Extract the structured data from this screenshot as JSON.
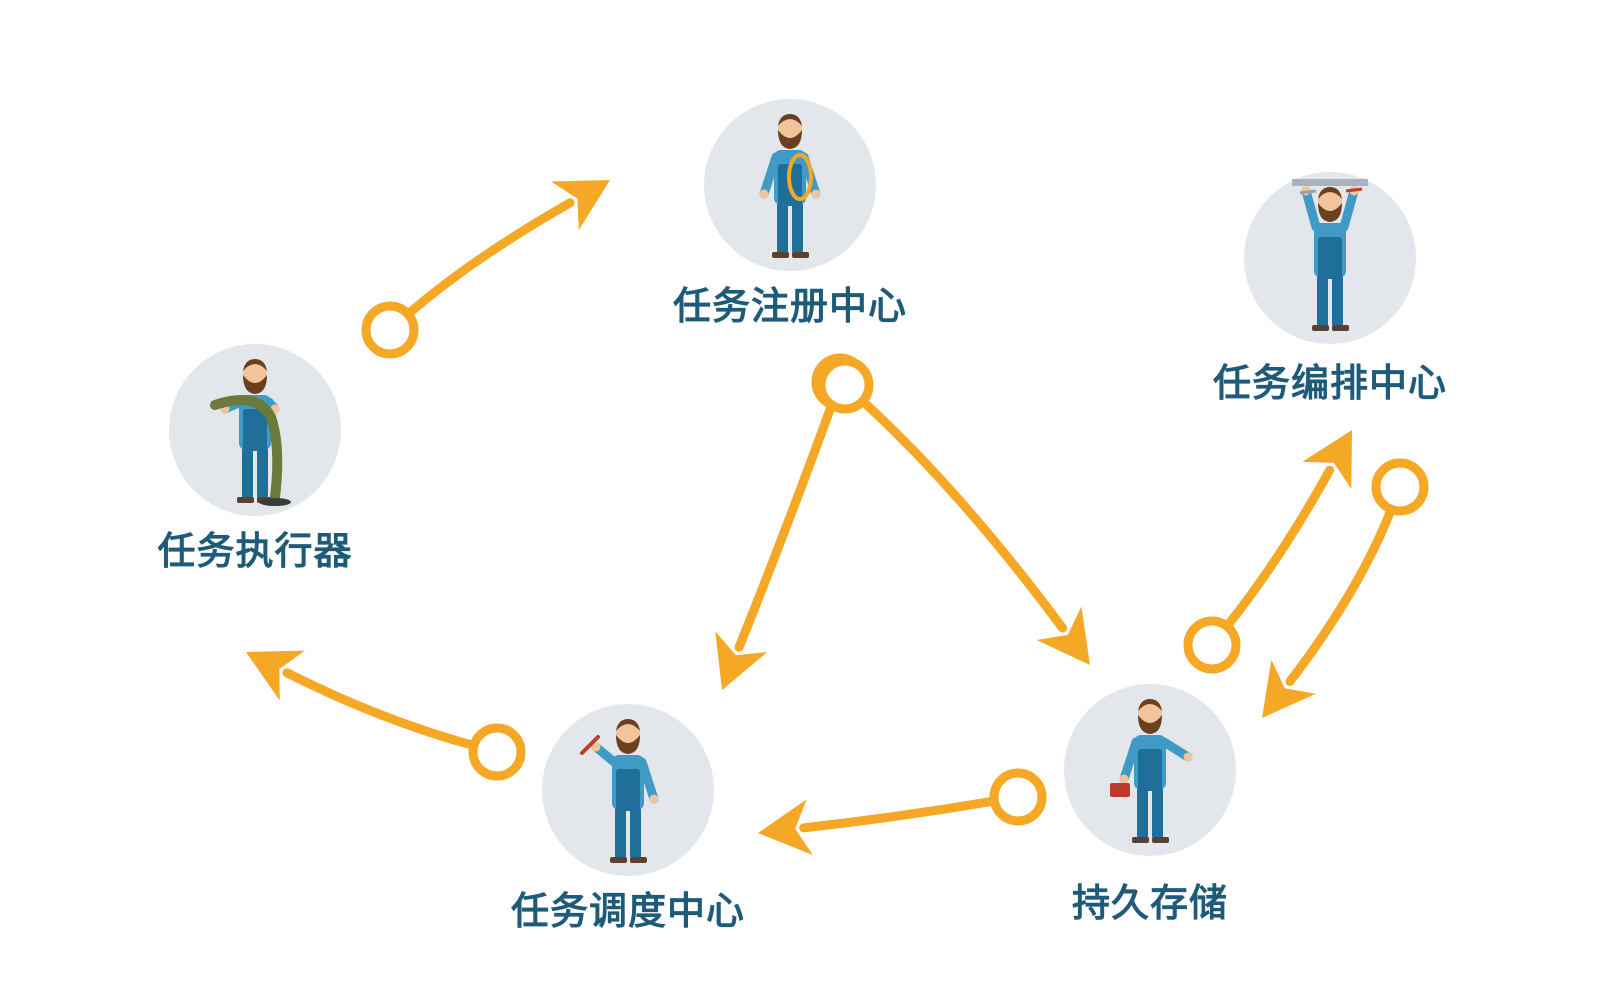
{
  "colors": {
    "arrow": "#f4a825",
    "label": "#1d5b79",
    "node_bg": "#e3e6ea",
    "shirt": "#3f9ac5",
    "overalls": "#1f6f9a",
    "skin": "#f2c49b",
    "beard": "#6b3f1f"
  },
  "nodes": [
    {
      "id": "executor",
      "label": "任务执行器",
      "icon": "worker-with-hose-icon"
    },
    {
      "id": "registry",
      "label": "任务注册中心",
      "icon": "worker-with-rope-icon"
    },
    {
      "id": "orchestration",
      "label": "任务编排中心",
      "icon": "worker-lifting-pipe-icon"
    },
    {
      "id": "scheduler",
      "label": "任务调度中心",
      "icon": "worker-with-wrench-icon"
    },
    {
      "id": "storage",
      "label": "持久存储",
      "icon": "worker-with-toolbox-icon"
    }
  ],
  "edges": [
    {
      "from": "executor",
      "to": "registry"
    },
    {
      "from": "registry",
      "to": "scheduler"
    },
    {
      "from": "registry",
      "to": "storage"
    },
    {
      "from": "storage",
      "to": "orchestration"
    },
    {
      "from": "orchestration",
      "to": "storage"
    },
    {
      "from": "storage",
      "to": "scheduler"
    },
    {
      "from": "scheduler",
      "to": "executor"
    }
  ]
}
